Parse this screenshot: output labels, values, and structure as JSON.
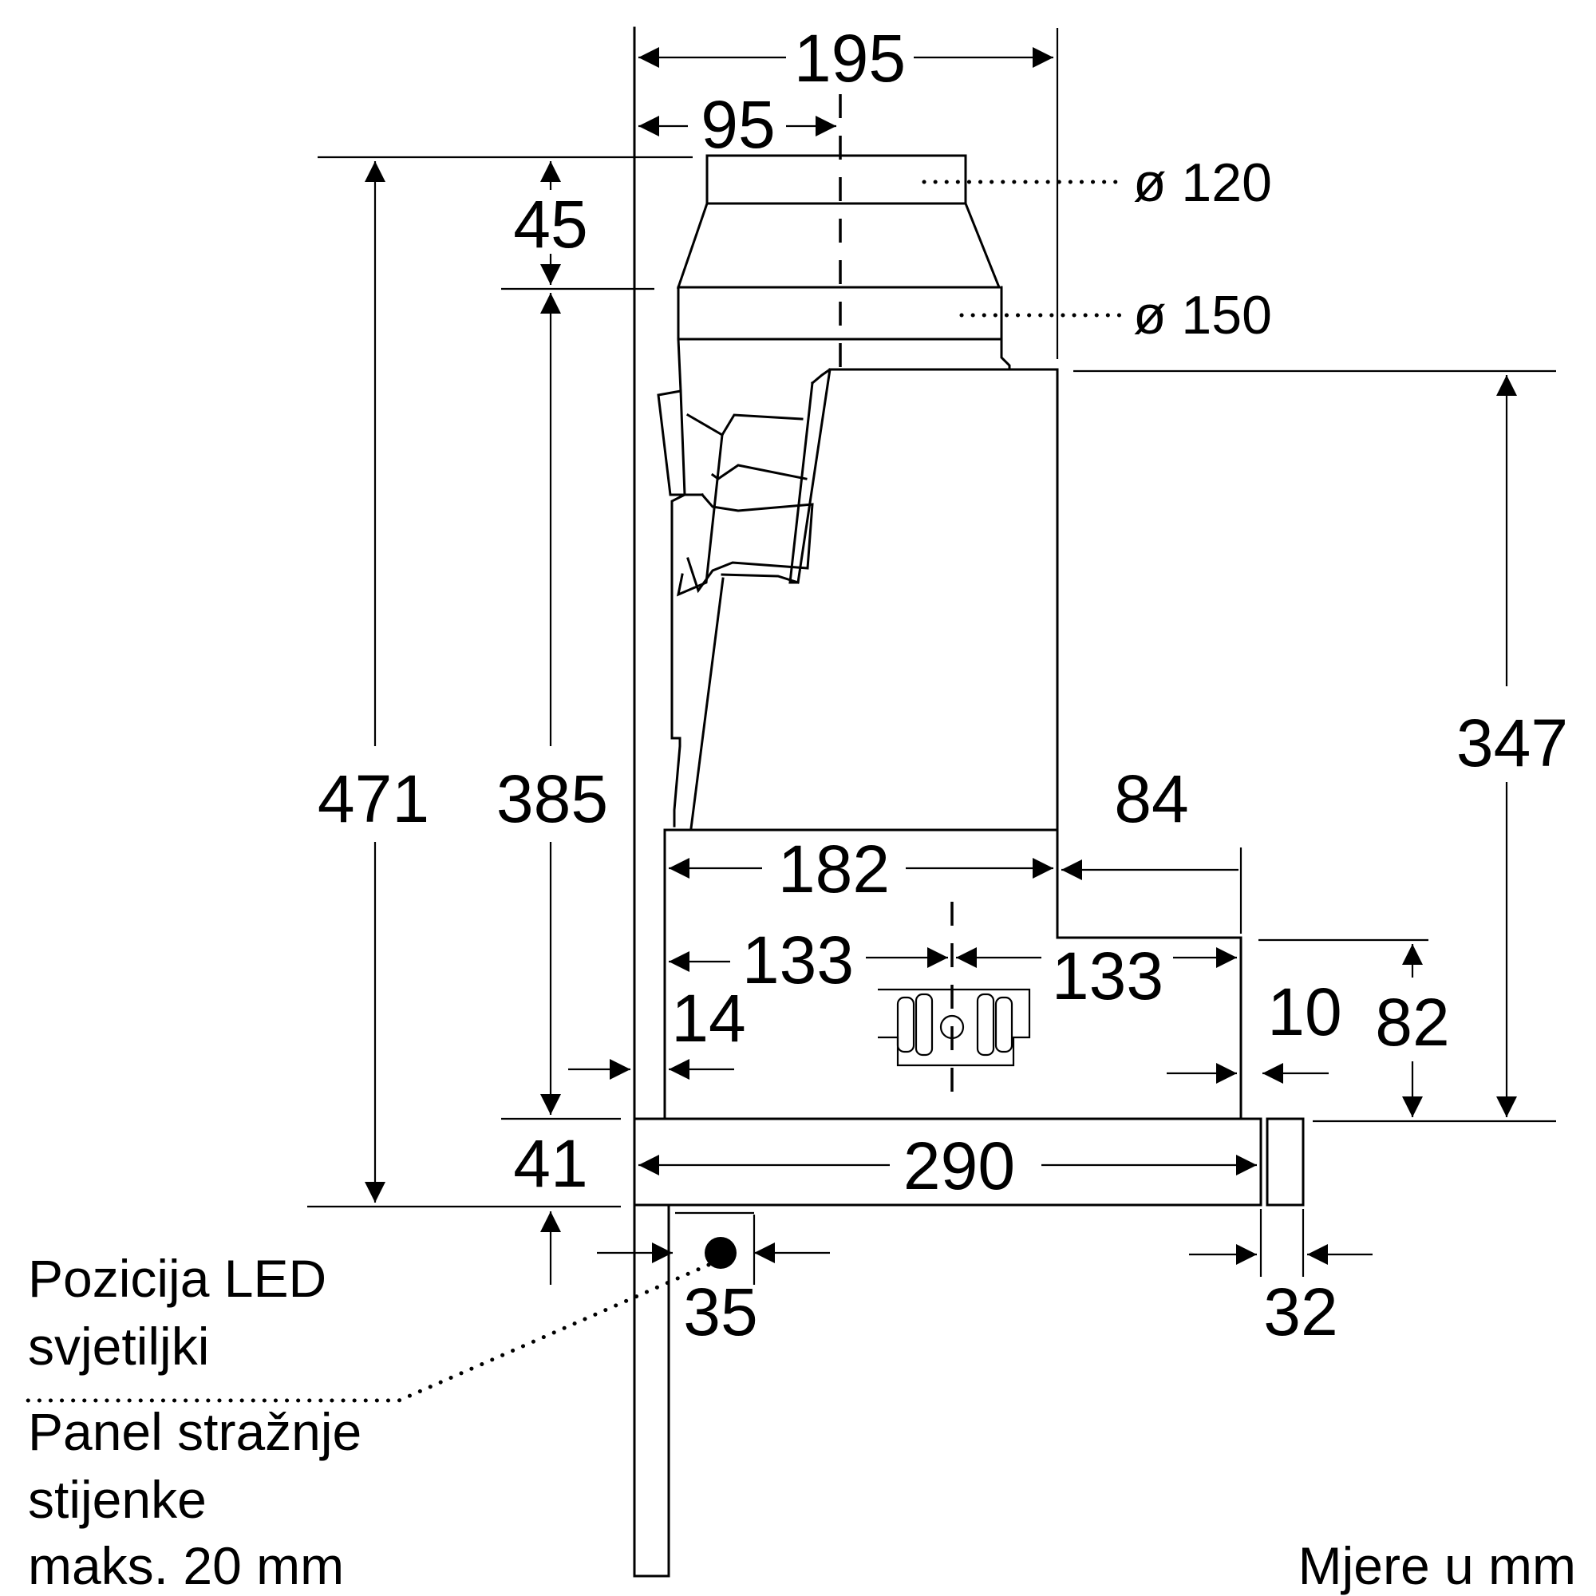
{
  "dimensions": {
    "top_width": "195",
    "top_offset": "95",
    "collar_height": "45",
    "total_height": "471",
    "body_height": "385",
    "cabinet_height": "347",
    "inner_width": "182",
    "front_offset": "84",
    "half_left": "133",
    "half_right": "133",
    "rear_gap": "14",
    "front_gap": "10",
    "front_step": "82",
    "panel_height": "41",
    "total_depth": "290",
    "led_offset": "35",
    "bar_depth": "32"
  },
  "diameters": {
    "upper": "ø 120",
    "lower": "ø 150"
  },
  "labels": {
    "led_line1": "Pozicija LED",
    "led_line2": "svjetiljki",
    "panel_line1": "Panel stražnje",
    "panel_line2": "stijenke",
    "panel_line3": "maks. 20 mm",
    "units": "Mjere u mm"
  }
}
